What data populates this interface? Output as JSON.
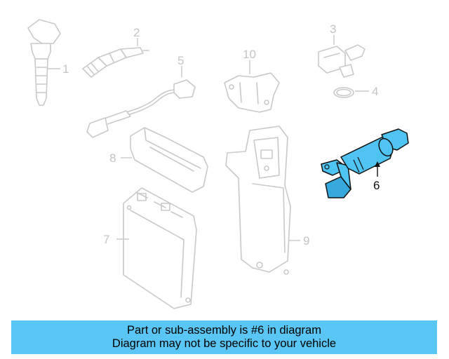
{
  "callouts": {
    "p1": "1",
    "p2": "2",
    "p3": "3",
    "p4": "4",
    "p5": "5",
    "p6": "6",
    "p7": "7",
    "p8": "8",
    "p9": "9",
    "p10": "10"
  },
  "highlighted_part": "6",
  "colors": {
    "highlight": "#4fc3f2",
    "banner": "#59c6f5",
    "line_art": "#c9c9c9"
  },
  "banner": {
    "line1": "Part or sub-assembly is #6 in diagram",
    "line2": "Diagram may not be specific to your vehicle"
  }
}
